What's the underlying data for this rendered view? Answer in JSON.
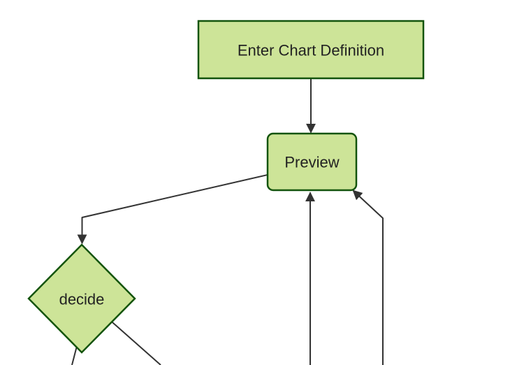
{
  "diagram": {
    "kind": "flowchart",
    "direction": "top-down",
    "nodes": [
      {
        "id": "enter-chart-definition",
        "label": "Enter Chart Definition",
        "shape": "rectangle"
      },
      {
        "id": "preview",
        "label": "Preview",
        "shape": "rounded-rectangle"
      },
      {
        "id": "decide",
        "label": "decide",
        "shape": "diamond"
      }
    ],
    "edges": [
      {
        "from": "enter-chart-definition",
        "to": "preview",
        "arrowhead": true
      },
      {
        "from": "preview",
        "to": "decide",
        "arrowhead": true
      },
      {
        "from": "decide",
        "to": "offscreen-bottom-left",
        "arrowhead": false
      },
      {
        "from": "decide",
        "to": "offscreen-bottom-right",
        "arrowhead": false
      },
      {
        "from": "offscreen-bottom-center",
        "to": "preview",
        "arrowhead": true
      },
      {
        "from": "offscreen-bottom-far-right",
        "to": "preview",
        "arrowhead": true
      }
    ],
    "colors": {
      "node_fill": "#cde498",
      "node_stroke": "#13540c",
      "edge_stroke": "#333333",
      "arrowhead_fill": "#333333",
      "text": "#222222",
      "background": "#ffffff"
    }
  }
}
